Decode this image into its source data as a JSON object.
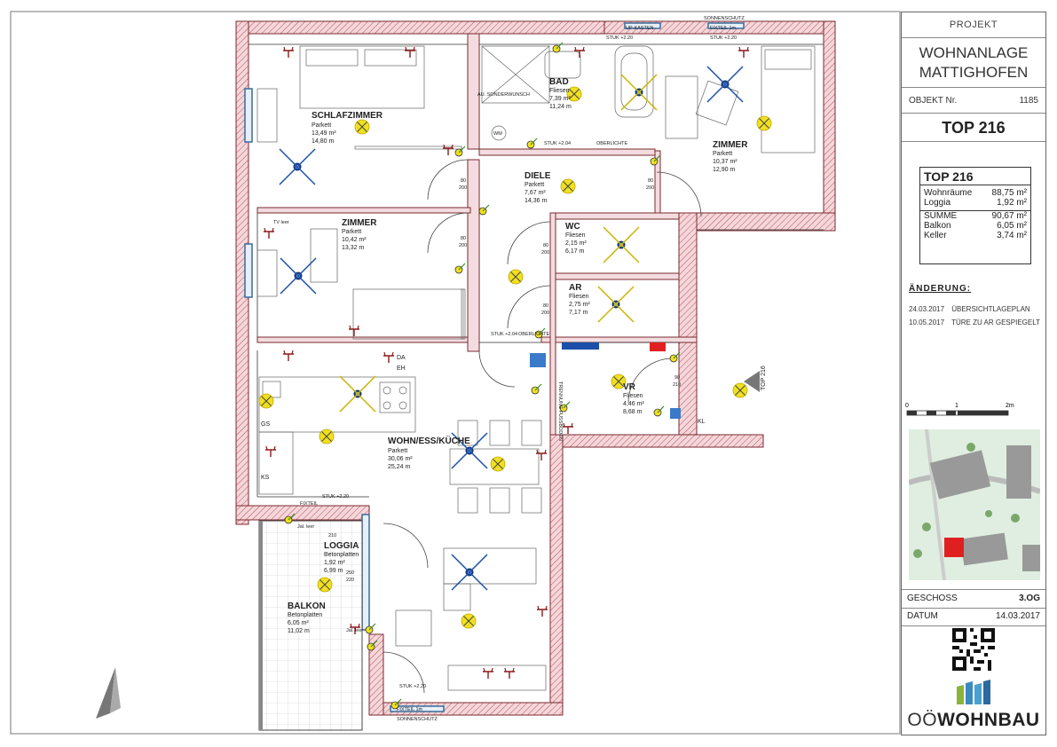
{
  "titleblock": {
    "projekt_label": "PROJEKT",
    "project_name_line1": "WOHNANLAGE",
    "project_name_line2": "MATTIGHOFEN",
    "objekt_label": "OBJEKT Nr.",
    "objekt_value": "1185",
    "top_title": "TOP 216",
    "area_title": "TOP 216",
    "areas": [
      {
        "name": "Wohnräume",
        "value": "88,75 m²"
      },
      {
        "name": "Loggia",
        "value": "1,92 m²"
      },
      {
        "name": "SUMME",
        "value": "90,67 m²"
      },
      {
        "name": "Balkon",
        "value": "6,05 m²"
      },
      {
        "name": "Keller",
        "value": "3,74 m²"
      }
    ],
    "changes_heading": "ÄNDERUNG:",
    "changes": [
      {
        "date": "24.03.2017",
        "text": "ÜBERSICHTLAGEPLAN"
      },
      {
        "date": "10.05.2017",
        "text": "TÜRE ZU AR GESPIEGELT"
      }
    ],
    "scale": {
      "zero": "0",
      "one": "1",
      "two": "2m"
    },
    "geschoss_label": "GESCHOSS",
    "geschoss_value": "3.OG",
    "datum_label": "DATUM",
    "datum_value": "14.03.2017",
    "logo_prefix": "OÖ",
    "logo_main": "WOHNBAU"
  },
  "rooms": {
    "schlafzimmer": {
      "name": "SCHLAFZIMMER",
      "floor": "Parkett",
      "area": "13,49 m²",
      "perimeter": "14,80 m"
    },
    "bad": {
      "name": "BAD",
      "floor": "Fliesen",
      "area": "7,39 m²",
      "perimeter": "11,24 m"
    },
    "zimmer1": {
      "name": "ZIMMER",
      "floor": "Parkett",
      "area": "10,37 m²",
      "perimeter": "12,90 m"
    },
    "diele": {
      "name": "DIELE",
      "floor": "Parkett",
      "area": "7,67 m²",
      "perimeter": "14,36 m"
    },
    "zimmer2": {
      "name": "ZIMMER",
      "floor": "Parkett",
      "area": "10,42 m²",
      "perimeter": "13,32 m"
    },
    "wc": {
      "name": "WC",
      "floor": "Fliesen",
      "area": "2,15 m²",
      "perimeter": "6,17 m"
    },
    "ar": {
      "name": "AR",
      "floor": "Fliesen",
      "area": "2,75 m²",
      "perimeter": "7,17 m"
    },
    "vr": {
      "name": "VR",
      "floor": "Fliesen",
      "area": "4,46 m²",
      "perimeter": "8,68 m"
    },
    "wohnen": {
      "name": "WOHN/ESS/KÜCHE",
      "floor": "Parkett",
      "area": "30,06 m²",
      "perimeter": "25,24 m"
    },
    "loggia": {
      "name": "LOGGIA",
      "floor": "Betonplatten",
      "area": "1,92 m²",
      "perimeter": "6,99 m"
    },
    "balkon": {
      "name": "BALKON",
      "floor": "Betonplatten",
      "area": "6,05 m²",
      "perimeter": "11,02 m"
    }
  },
  "annotations": {
    "up_kasten": "UP-KASTEN",
    "sonnenschutz": "SONNENSCHUTZ",
    "fixteil_1m": "FIXTEIL 1m",
    "fixteil": "FIXTEIL",
    "stuk_220": "STUK +2.20",
    "stuk_204": "STUK +2.04",
    "oberlichte": "OBERLICHTE",
    "sonderwunsch": "AU. SONDERWUNSCH",
    "wm": "WM",
    "tv_leer": "TV leer",
    "jal_leer": "Jal. leer",
    "trennung": "TRENNUNG FUSSBODEN",
    "da": "DA",
    "eh": "EH",
    "gs": "GS",
    "ks": "KS",
    "kl": "KL",
    "top216": "TOP 216",
    "door_80": "80",
    "door_200": "200",
    "door_90": "90",
    "door_210": "210",
    "win_220": "220",
    "win_250": "250",
    "win_210": "210"
  },
  "colors": {
    "wall_fill": "#f4d7da",
    "wall_hatch": "#b84e58",
    "wall_line": "#7a2a30",
    "light": "#f0e020",
    "socket": "#8b1a1a",
    "window": "#3a6a9a",
    "spot": "#1c4fa8",
    "hl_red": "#e02020"
  }
}
